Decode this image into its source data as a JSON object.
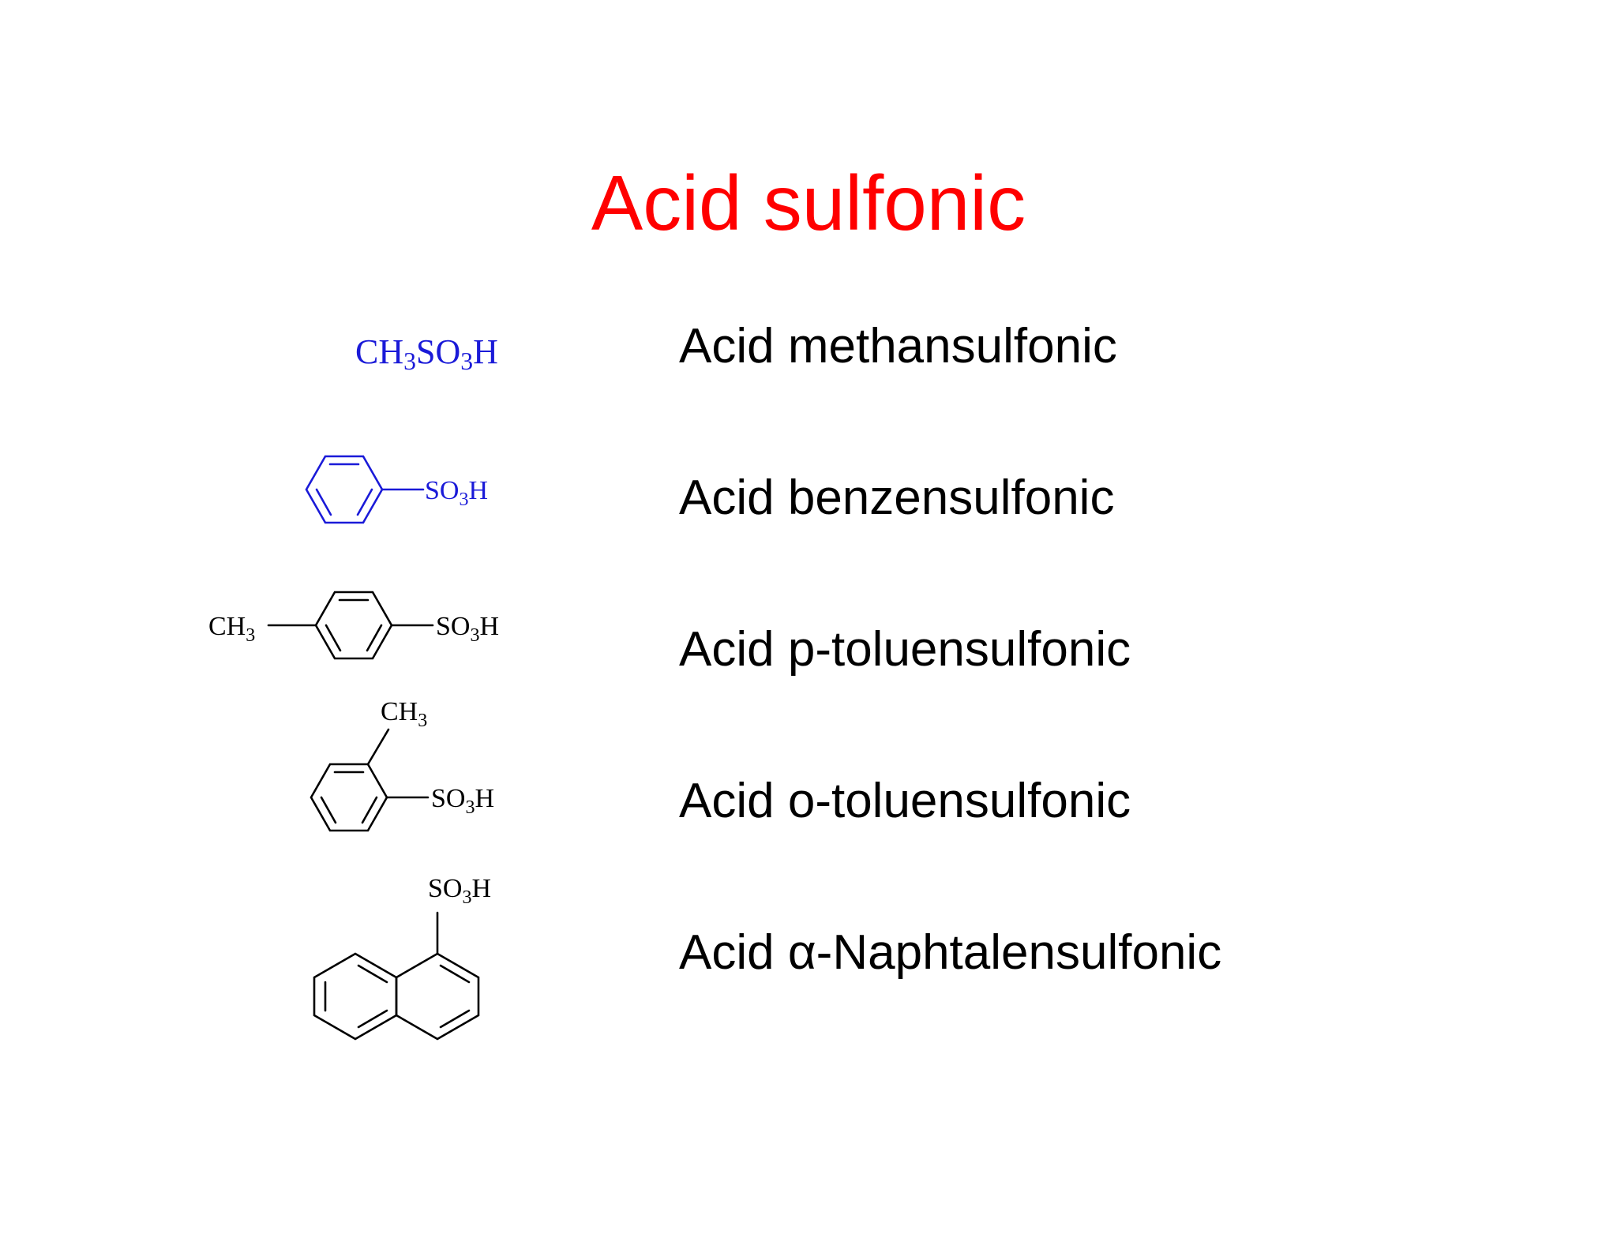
{
  "title": "Acid sulfonic",
  "colors": {
    "title": "#ff0000",
    "highlight": "#1a1ad8",
    "ink": "#000000"
  },
  "compounds": [
    {
      "name": "Acid methansulfonic",
      "formula": "CH3SO3H",
      "formula_parts": [
        "CH",
        "3",
        "SO",
        "3",
        "H"
      ]
    },
    {
      "name": "Acid benzensulfonic",
      "substituent_label": "SO3H",
      "label_parts": [
        "SO",
        "3",
        "H"
      ]
    },
    {
      "name": "Acid p-toluensulfonic",
      "left_label_parts": [
        "CH",
        "3"
      ],
      "right_label_parts": [
        "SO",
        "3",
        "H"
      ]
    },
    {
      "name": "Acid o-toluensulfonic",
      "top_label_parts": [
        "CH",
        "3"
      ],
      "right_label_parts": [
        "SO",
        "3",
        "H"
      ]
    },
    {
      "name": "Acid α-Naphtalensulfonic",
      "top_label_parts": [
        "SO",
        "3",
        "H"
      ]
    }
  ]
}
